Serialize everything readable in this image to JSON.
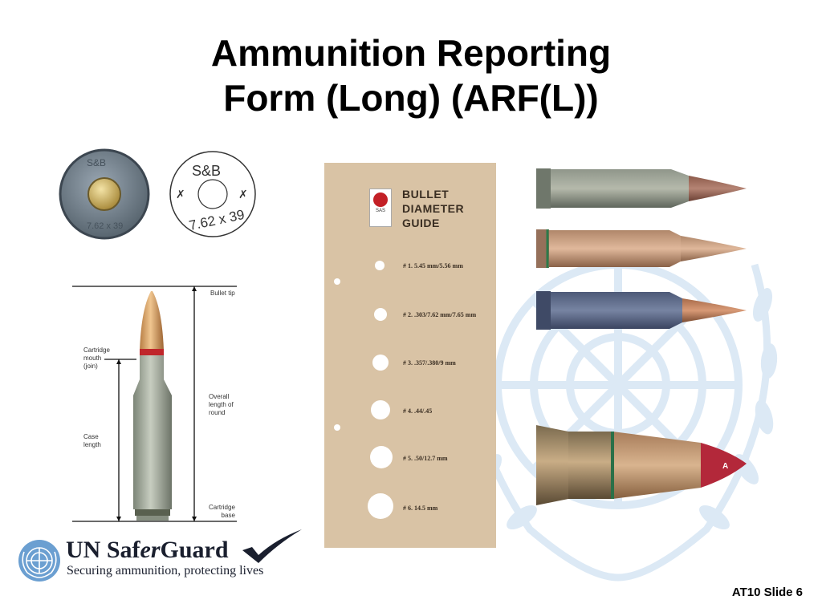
{
  "title": {
    "line1": "Ammunition Reporting",
    "line2": "Form (Long) (ARF(L))"
  },
  "headstamp": {
    "maker": "S&B",
    "caliber": "7.62 x 39"
  },
  "dimension_diagram": {
    "labels": {
      "bullet_tip": "Bullet tip",
      "cartridge_mouth": [
        "Cartridge",
        "mouth",
        "(join)"
      ],
      "case_length": [
        "Case",
        "length"
      ],
      "overall_length": [
        "Overall",
        "length of",
        "round"
      ],
      "cartridge_base": [
        "Cartridge",
        "base"
      ]
    }
  },
  "guide_card": {
    "logo_text": "SAS",
    "title": [
      "BULLET",
      "DIAMETER",
      "GUIDE"
    ],
    "entries": [
      {
        "label": "# 1.  5.45 mm/5.56 mm",
        "hole_diameter_mm": 5.56
      },
      {
        "label": "# 2.  .303/7.62 mm/7.65 mm",
        "hole_diameter_mm": 7.65
      },
      {
        "label": "# 3.  .357/.380/9 mm",
        "hole_diameter_mm": 9
      },
      {
        "label": "# 4.  .44/.45",
        "hole_diameter_mm": 11.4
      },
      {
        "label": "# 5.  .50/12.7 mm",
        "hole_diameter_mm": 12.7
      },
      {
        "label": "# 6.  14.5 mm",
        "hole_diameter_mm": 14.5
      }
    ]
  },
  "cartridge_photos": {
    "tip_marking": "A"
  },
  "branding": {
    "name_un": "UN Saf",
    "name_er": "er",
    "name_guard": "Guard",
    "tagline": "Securing ammunition, protecting lives"
  },
  "footer": {
    "slide_label": "AT10 Slide 6"
  },
  "colors": {
    "card_background": "#d9c3a5",
    "brand_text": "#1a1f2e",
    "un_blue": "#6b9fd1",
    "watermark": "#dce9f5"
  }
}
